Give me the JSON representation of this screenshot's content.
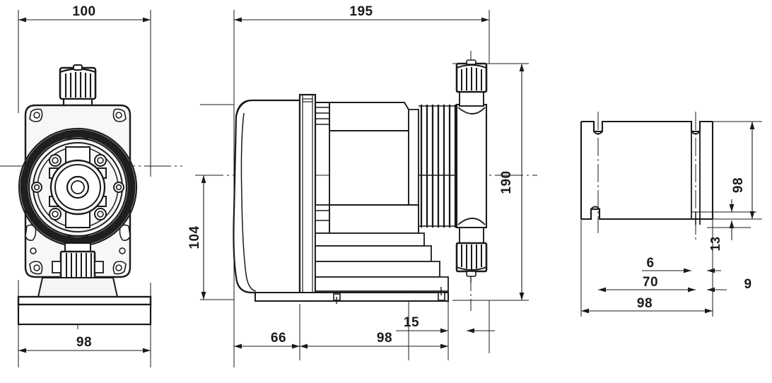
{
  "drawing": {
    "type": "engineering-dimensional-drawing",
    "subject": "metering / dosing pump",
    "views": [
      {
        "id": "front",
        "name": "front-view"
      },
      {
        "id": "side",
        "name": "side-view"
      },
      {
        "id": "base",
        "name": "base-plan-view"
      }
    ],
    "units": "mm",
    "line_color": "#1a1a1a",
    "fill_color": "#ffffff",
    "shade_color": "#f2f2f2"
  },
  "dimensions": {
    "front_width_top": "100",
    "front_base_width": "98",
    "side_total_length": "195",
    "side_center_height": "104",
    "side_valve_height": "190",
    "side_motor_length": "66",
    "side_body_length": "98",
    "side_valve_offset": "15",
    "base_width": "98",
    "base_slot_span": "70",
    "base_slot_width": "6",
    "base_edge_offset": "9",
    "base_depth": "98",
    "base_lip": "13"
  },
  "chart_data": {
    "type": "table",
    "title": "Pump dimensional drawing (mm)",
    "categories": [
      "front_width_top",
      "front_base_width",
      "side_total_length",
      "side_center_height",
      "side_valve_height",
      "side_motor_length",
      "side_body_length",
      "side_valve_offset",
      "base_width",
      "base_slot_span",
      "base_slot_width",
      "base_edge_offset",
      "base_depth",
      "base_lip"
    ],
    "values": [
      100,
      98,
      195,
      104,
      190,
      66,
      98,
      15,
      98,
      70,
      6,
      9,
      98,
      13
    ]
  }
}
